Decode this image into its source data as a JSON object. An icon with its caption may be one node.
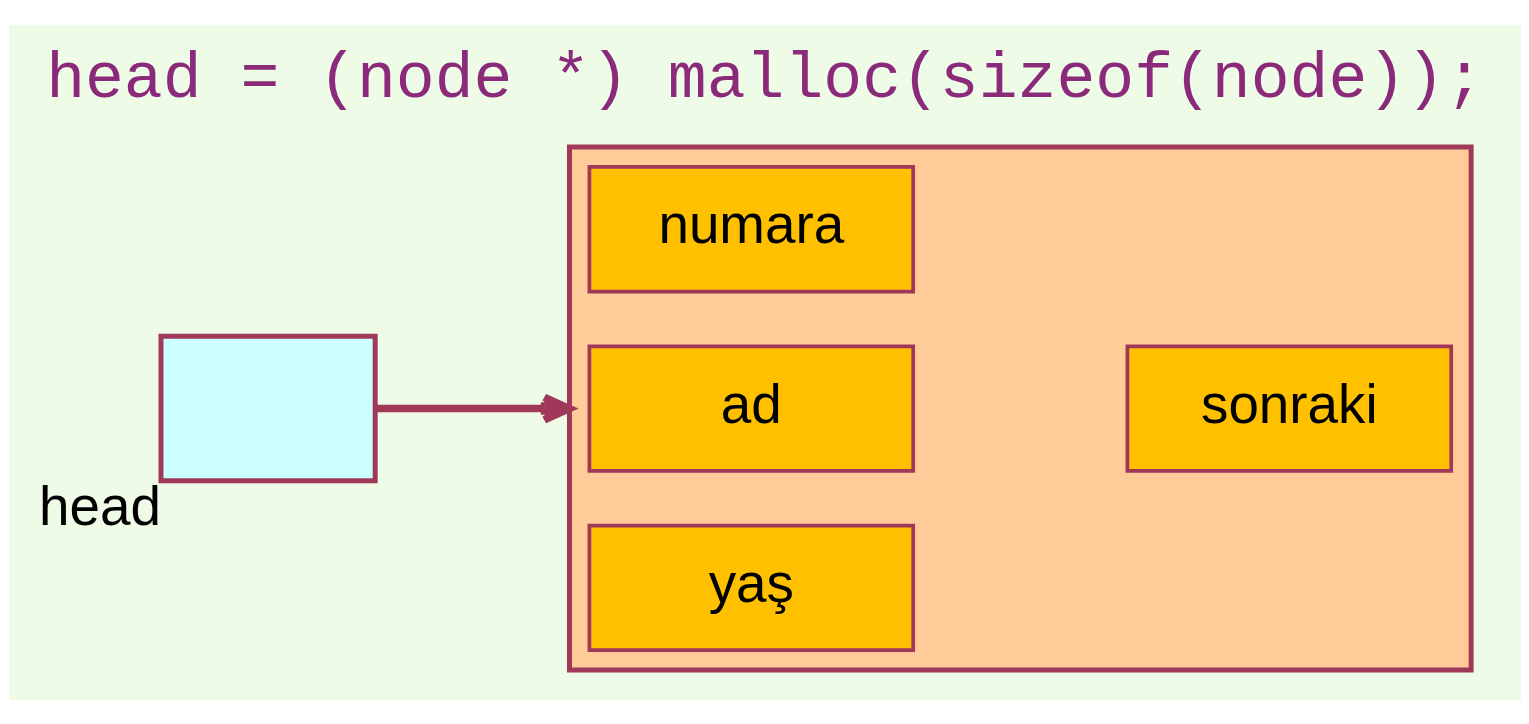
{
  "diagram": {
    "title": "head = (node *) malloc(sizeof(node));",
    "nodes": [
      {
        "text": [
          "head"
        ]
      },
      {
        "text": [],
        "shape": "box"
      },
      {
        "text": [
          "numara"
        ],
        "in": 1
      },
      {
        "text": [
          "ad"
        ],
        "in": 1
      },
      {
        "text": [
          "yaş"
        ],
        "in": 1
      },
      {
        "text": [
          "sonraki"
        ],
        "in": 1
      }
    ],
    "edges": [
      {
        "from": 0,
        "to": 1,
        "arrow": "to"
      }
    ]
  }
}
